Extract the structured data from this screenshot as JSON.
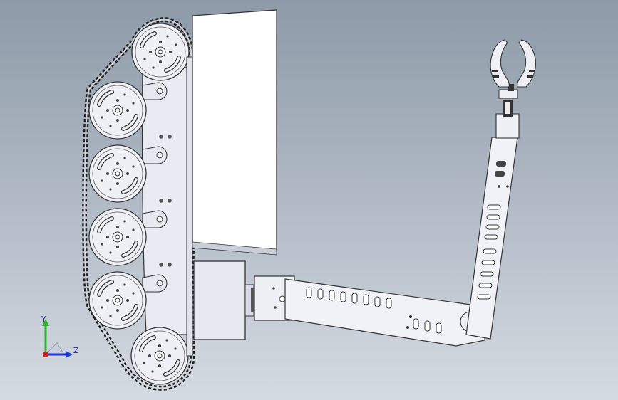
{
  "viewport": {
    "background_top": "#8e9aa8",
    "background_bottom": "#d5dbe2"
  },
  "model": {
    "parts": [
      "track-assembly",
      "drive-wheel-top",
      "drive-wheel-bottom",
      "road-wheels",
      "body-panel",
      "motor-box",
      "arm-lower",
      "arm-upper",
      "gripper"
    ],
    "road_wheel_count": 4
  },
  "triad": {
    "y_label": "Y",
    "z_label": "Z",
    "y_color": "#2bb52b",
    "z_color": "#1d3ad0",
    "origin_color": "#d02020",
    "icon": "coordinate-triad-icon"
  }
}
